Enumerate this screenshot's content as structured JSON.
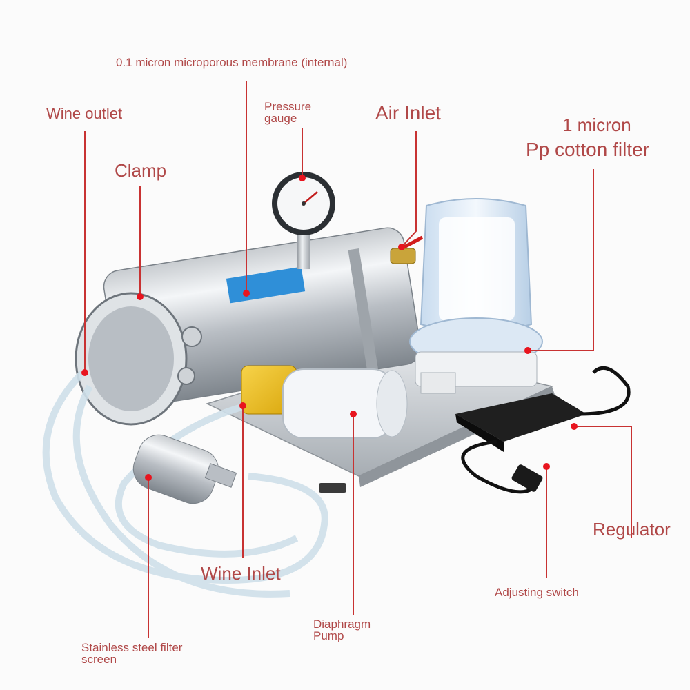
{
  "diagram": {
    "labels": {
      "membrane": "0.1 micron microporous membrane (internal)",
      "wine_outlet": "Wine outlet",
      "pressure_gauge_line1": "Pressure",
      "pressure_gauge_line2": "gauge",
      "air_inlet": "Air Inlet",
      "pp_filter_line1": "1 micron",
      "pp_filter_line2": "Pp cotton filter",
      "clamp": "Clamp",
      "regulator": "Regulator",
      "wine_inlet": "Wine Inlet",
      "adjusting_switch": "Adjusting switch",
      "diaphragm_pump_line1": "Diaphragm",
      "diaphragm_pump_line2": "Pump",
      "filter_screen_line1": "Stainless steel filter",
      "filter_screen_line2": "screen"
    },
    "colors": {
      "label_text": "#b04848",
      "leader_line": "#c83232",
      "dot": "#e8141e"
    }
  }
}
